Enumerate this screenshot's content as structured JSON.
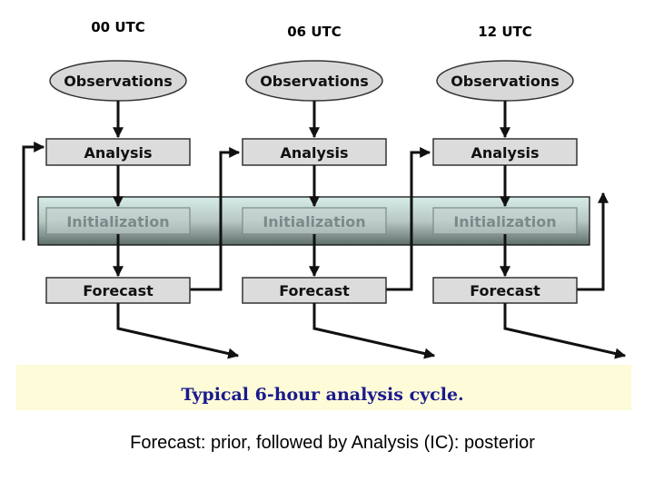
{
  "columns": [
    {
      "time": "00 UTC",
      "observations": "Observations",
      "analysis": "Analysis",
      "initialization": "Initialization",
      "forecast": "Forecast"
    },
    {
      "time": "06 UTC",
      "observations": "Observations",
      "analysis": "Analysis",
      "initialization": "Initialization",
      "forecast": "Forecast"
    },
    {
      "time": "12 UTC",
      "observations": "Observations",
      "analysis": "Analysis",
      "initialization": "Initialization",
      "forecast": "Forecast"
    }
  ],
  "caption": "Typical 6-hour analysis cycle.",
  "subtitle": "Forecast: prior, followed by Analysis (IC): posterior",
  "colors": {
    "caption": "#1a1a8c",
    "band": "#fdfbd8",
    "box": "#dcdcdc",
    "ellipse": "#d8d8d8"
  }
}
